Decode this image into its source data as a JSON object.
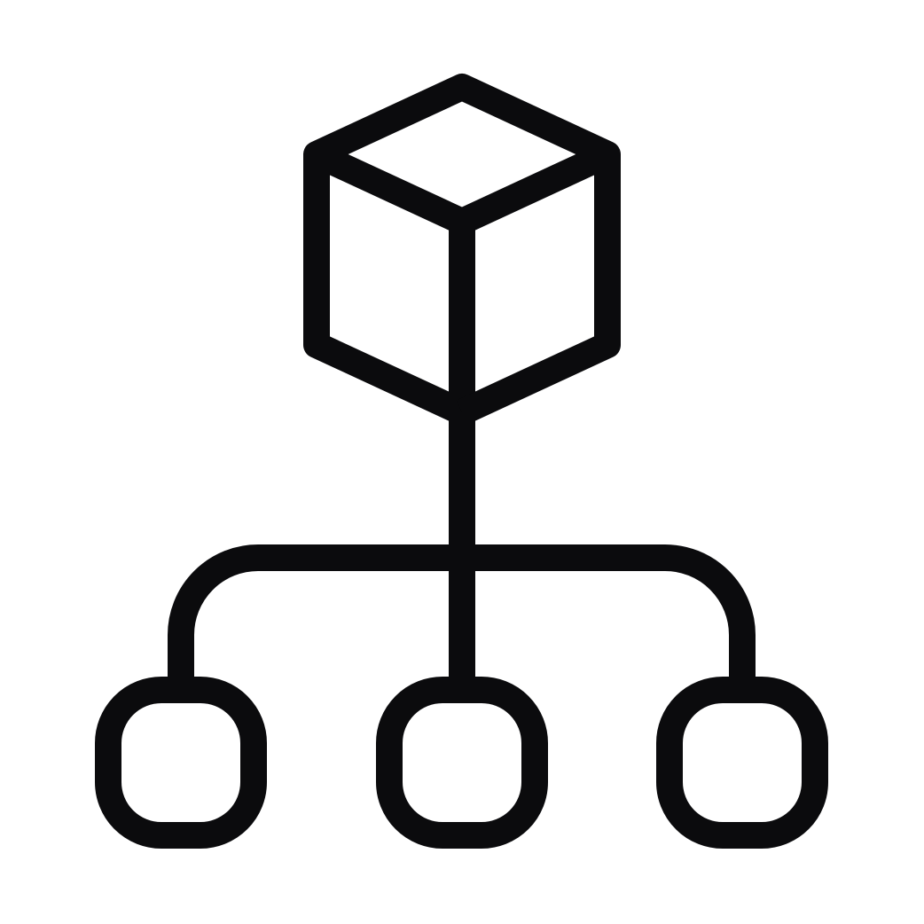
{
  "icon": {
    "name": "cube-hierarchy-icon",
    "stroke_color": "#0b0b0d",
    "background_color": "#ffffff",
    "child_nodes": [
      "left-node",
      "center-node",
      "right-node"
    ]
  }
}
